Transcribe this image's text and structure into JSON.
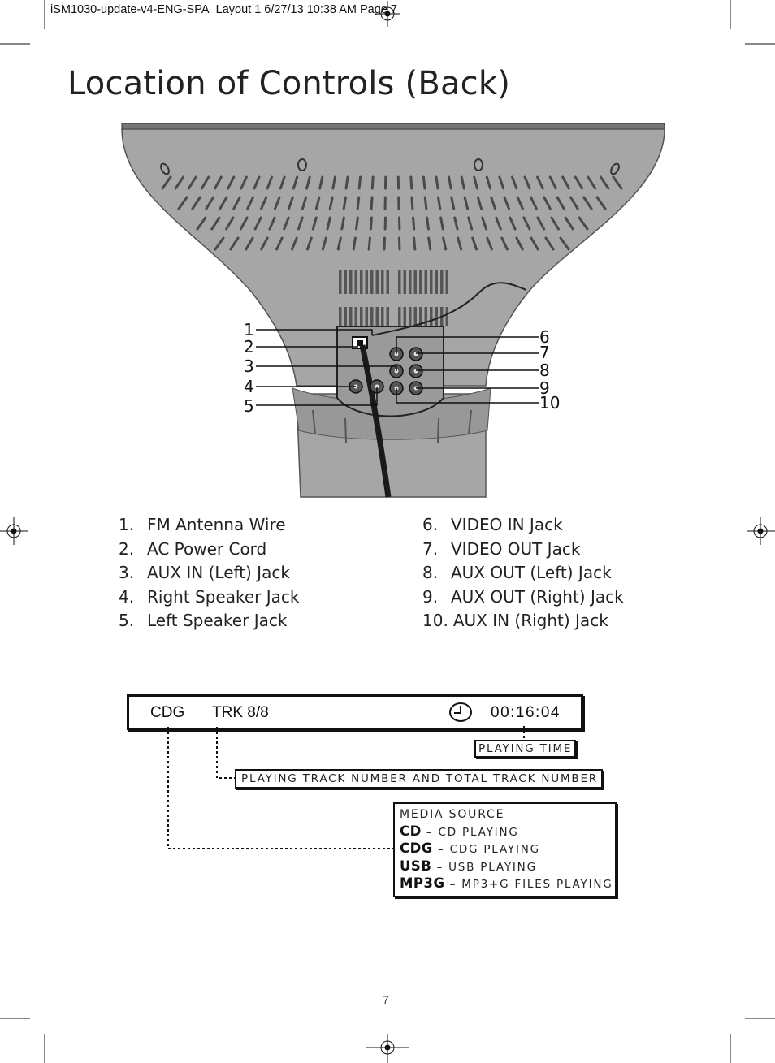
{
  "slug": "iSM1030-update-v4-ENG-SPA_Layout 1  6/27/13  10:38 AM  Page 7",
  "title": "Location of Controls (Back)",
  "callout_numbers": [
    "1",
    "2",
    "3",
    "4",
    "5",
    "6",
    "7",
    "8",
    "9",
    "10"
  ],
  "controls": [
    {
      "num": "1.",
      "label": "FM Antenna Wire"
    },
    {
      "num": "2.",
      "label": "AC Power Cord"
    },
    {
      "num": "3.",
      "label": "AUX IN (Left) Jack"
    },
    {
      "num": "4.",
      "label": "Right Speaker Jack"
    },
    {
      "num": "5.",
      "label": "Left Speaker Jack"
    },
    {
      "num": "6.",
      "label": "VIDEO IN Jack"
    },
    {
      "num": "7.",
      "label": "VIDEO OUT Jack"
    },
    {
      "num": "8.",
      "label": "AUX OUT (Left) Jack"
    },
    {
      "num": "9.",
      "label": "AUX OUT (Right) Jack"
    },
    {
      "num": "10.",
      "label": "AUX IN (Right) Jack"
    }
  ],
  "display": {
    "source": "CDG",
    "track": "TRK 8/8",
    "time": "00:16:04",
    "clock_icon": "clock-icon"
  },
  "labels": {
    "playing_time": "PLAYING TIME",
    "track_number": "PLAYING TRACK NUMBER AND TOTAL TRACK NUMBER",
    "media_source_heading": "MEDIA SOURCE",
    "media": [
      {
        "code": "CD",
        "desc": "– CD PLAYING"
      },
      {
        "code": "CDG",
        "desc": "– CDG PLAYING"
      },
      {
        "code": "USB",
        "desc": "– USB PLAYING"
      },
      {
        "code": "MP3G",
        "desc": "– MP3+G FILES PLAYING"
      }
    ]
  },
  "page_number": "7",
  "colors": {
    "body_fill": "#a8a8a8",
    "body_dark": "#5a5a5a",
    "ink": "#111111"
  }
}
